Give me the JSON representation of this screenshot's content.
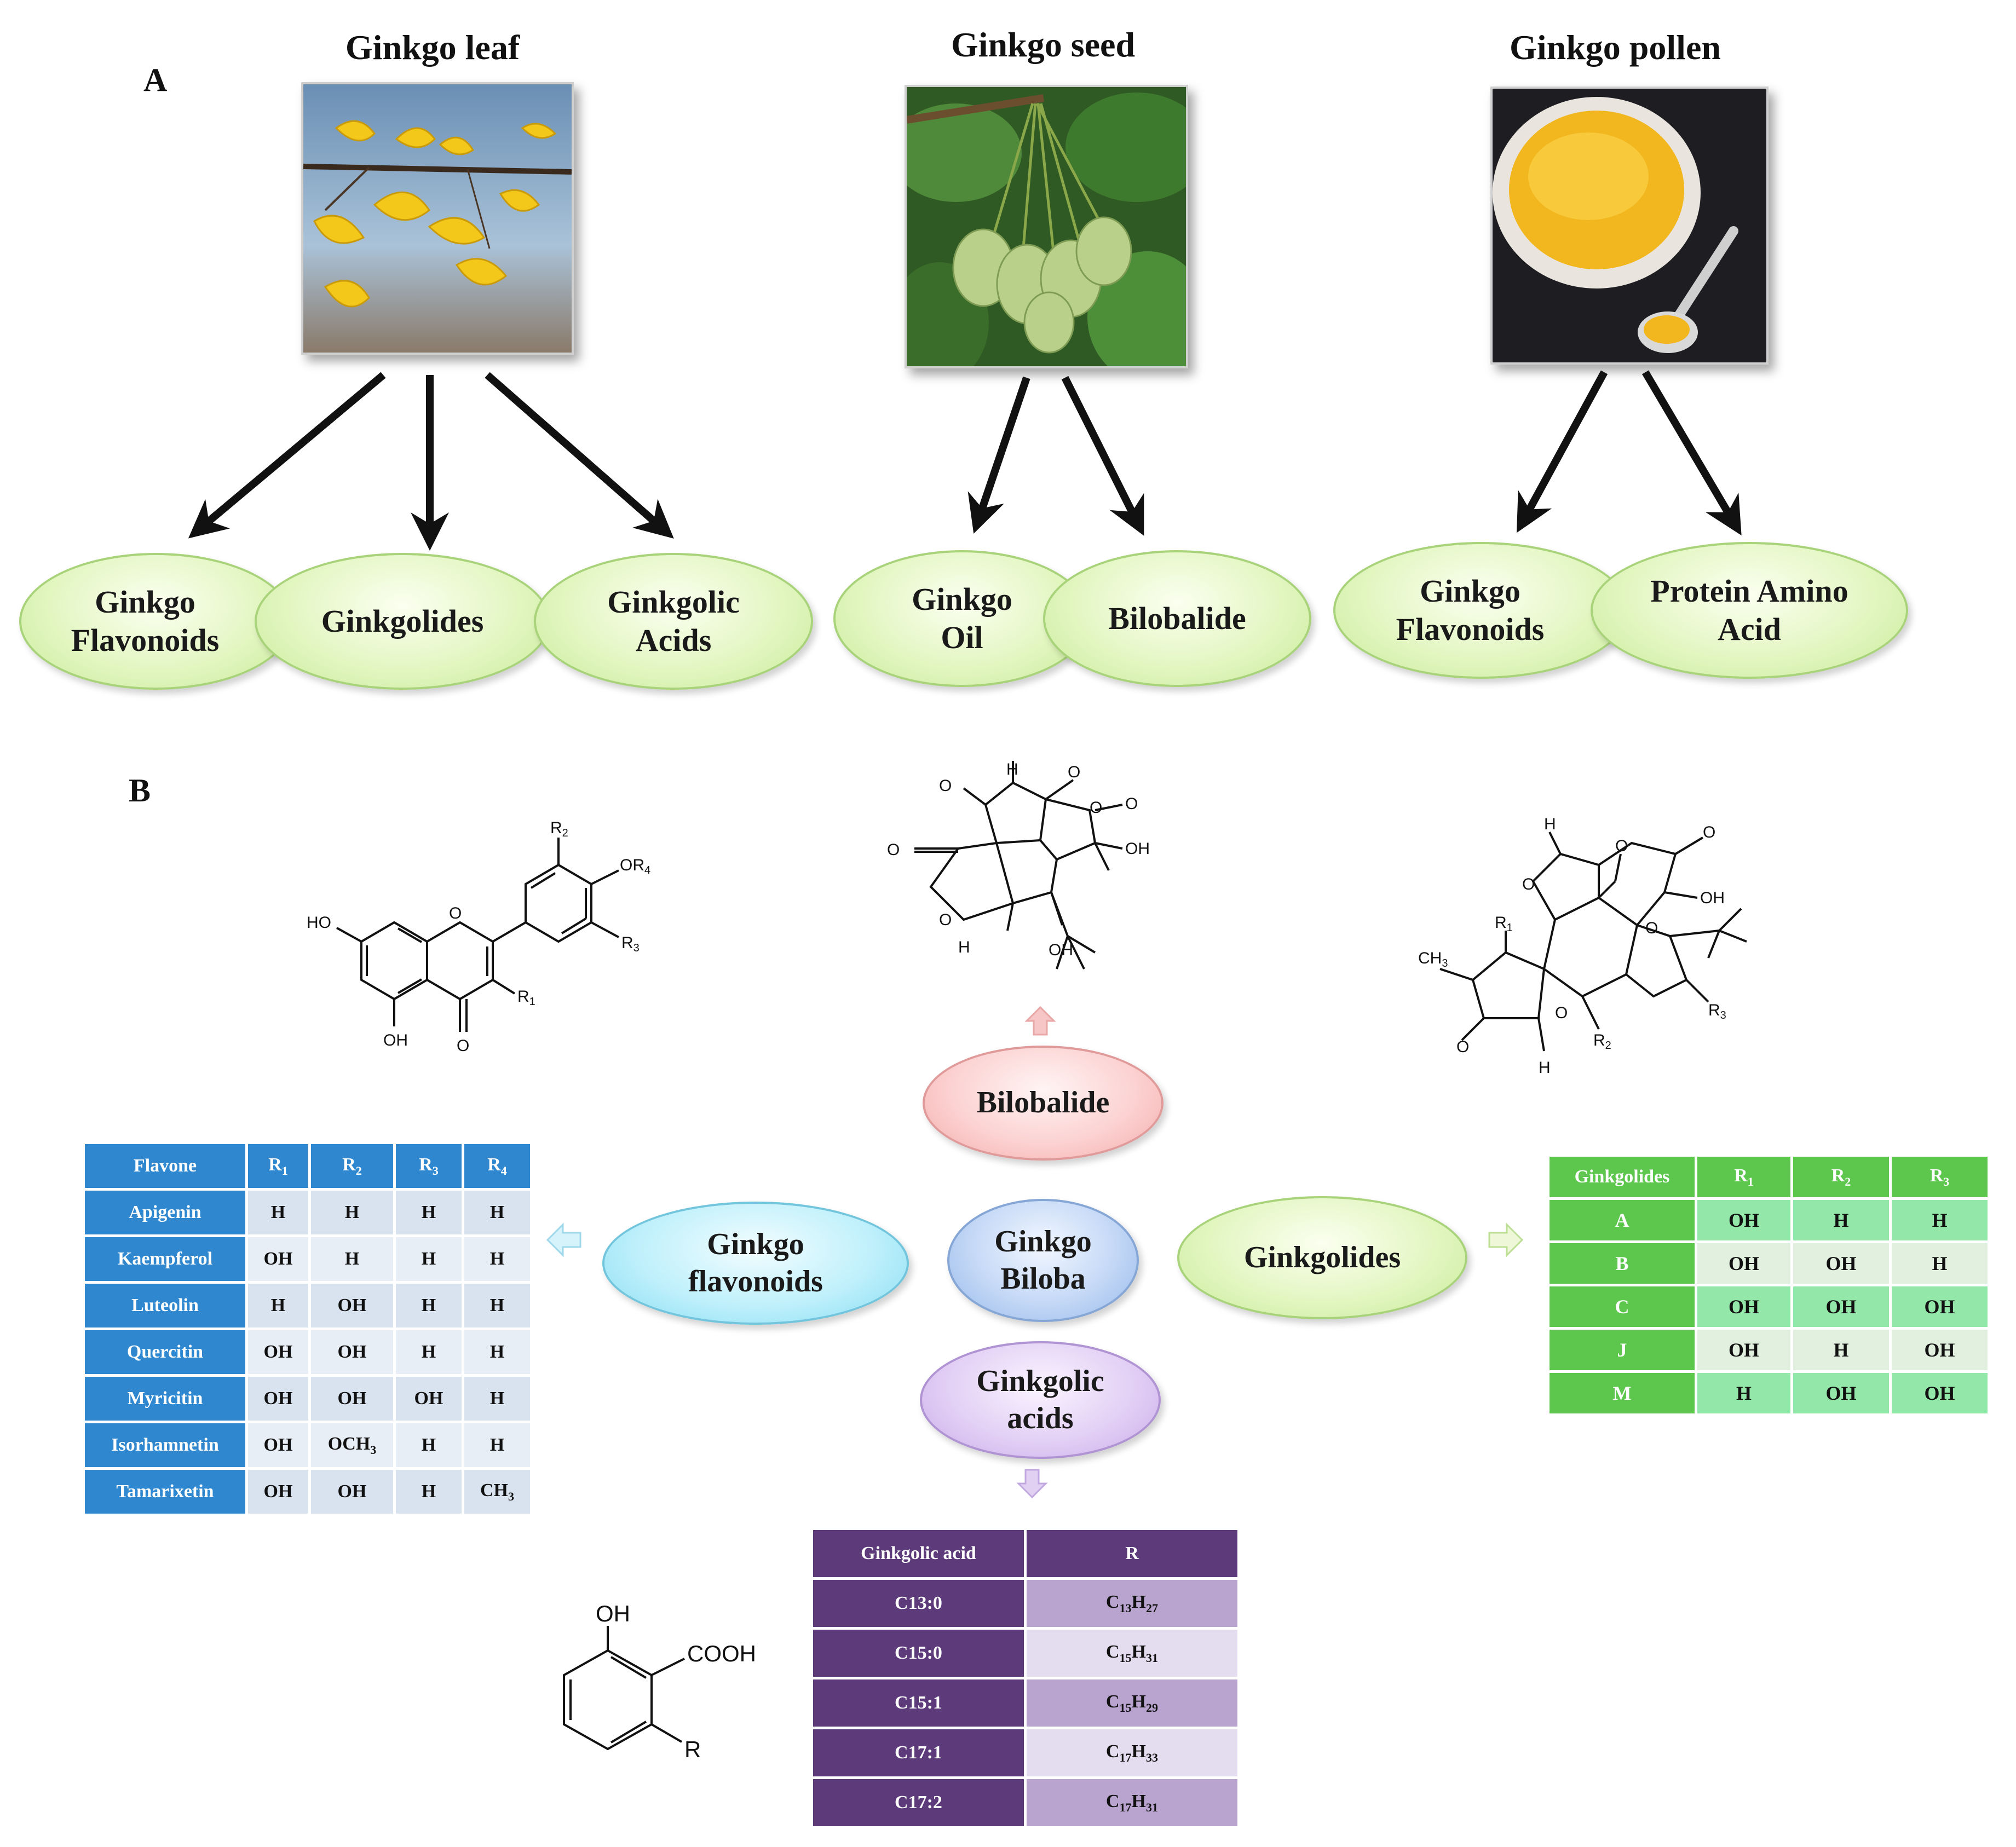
{
  "panel_a": {
    "label": "A",
    "sources": [
      {
        "title": "Ginkgo leaf",
        "products": [
          "Ginkgo Flavonoids",
          "Ginkgolides",
          "Ginkgolic Acids"
        ]
      },
      {
        "title": "Ginkgo seed",
        "products": [
          "Ginkgo Oil",
          "Bilobalide"
        ]
      },
      {
        "title": "Ginkgo pollen",
        "products": [
          "Ginkgo Flavonoids",
          "Protein Amino Acid"
        ]
      }
    ]
  },
  "panel_b": {
    "label": "B",
    "center": "Ginkgo Biloba",
    "branches": {
      "bilobalide": "Bilobalide",
      "flavonoids": "Ginkgo flavonoids",
      "ginkgolides": "Ginkgolides",
      "ginkgolic_acids": "Ginkgolic acids"
    },
    "flavone_table": {
      "headers": [
        "Flavone",
        "R1",
        "R2",
        "R3",
        "R4"
      ],
      "rows": [
        [
          "Apigenin",
          "H",
          "H",
          "H",
          "H"
        ],
        [
          "Kaempferol",
          "OH",
          "H",
          "H",
          "H"
        ],
        [
          "Luteolin",
          "H",
          "OH",
          "H",
          "H"
        ],
        [
          "Quercitin",
          "OH",
          "OH",
          "H",
          "H"
        ],
        [
          "Myricitin",
          "OH",
          "OH",
          "OH",
          "H"
        ],
        [
          "Isorhamnetin",
          "OH",
          "OCH3",
          "H",
          "H"
        ],
        [
          "Tamarixetin",
          "OH",
          "OH",
          "H",
          "CH3"
        ]
      ]
    },
    "ginkgolides_table": {
      "headers": [
        "Ginkgolides",
        "R1",
        "R2",
        "R3"
      ],
      "rows": [
        [
          "A",
          "OH",
          "H",
          "H"
        ],
        [
          "B",
          "OH",
          "OH",
          "H"
        ],
        [
          "C",
          "OH",
          "OH",
          "OH"
        ],
        [
          "J",
          "OH",
          "H",
          "OH"
        ],
        [
          "M",
          "H",
          "OH",
          "OH"
        ]
      ]
    },
    "ginkgolic_table": {
      "headers": [
        "Ginkgolic acid",
        "R"
      ],
      "rows": [
        [
          "C13:0",
          "C13H27"
        ],
        [
          "C15:0",
          "C15H31"
        ],
        [
          "C15:1",
          "C15H29"
        ],
        [
          "C17:1",
          "C17H33"
        ],
        [
          "C17:2",
          "C17H31"
        ]
      ]
    },
    "structure_labels": {
      "flavone": {
        "r1": "R1",
        "r2": "R2",
        "r3": "R3",
        "or4": "OR4",
        "oh_a": "HO",
        "oh_b": "OH",
        "o_ring": "O",
        "o_keto": "O"
      },
      "bilobalide": {
        "h_top": "H",
        "h_bot": "H",
        "oh_a": "OH",
        "oh_b": "OH",
        "o1": "O",
        "o2": "O",
        "o3": "O",
        "o4": "O",
        "o5": "O",
        "o6": "O"
      },
      "ginkgolide": {
        "ch3": "CH3",
        "r1": "R1",
        "r2": "R2",
        "r3": "R3",
        "oh": "OH",
        "h1": "H",
        "h2": "H",
        "o1": "O",
        "o2": "O",
        "o3": "O",
        "o4": "O",
        "o5": "O",
        "o6": "O"
      },
      "acid": {
        "oh": "OH",
        "cooh": "COOH",
        "r": "R"
      }
    }
  }
}
